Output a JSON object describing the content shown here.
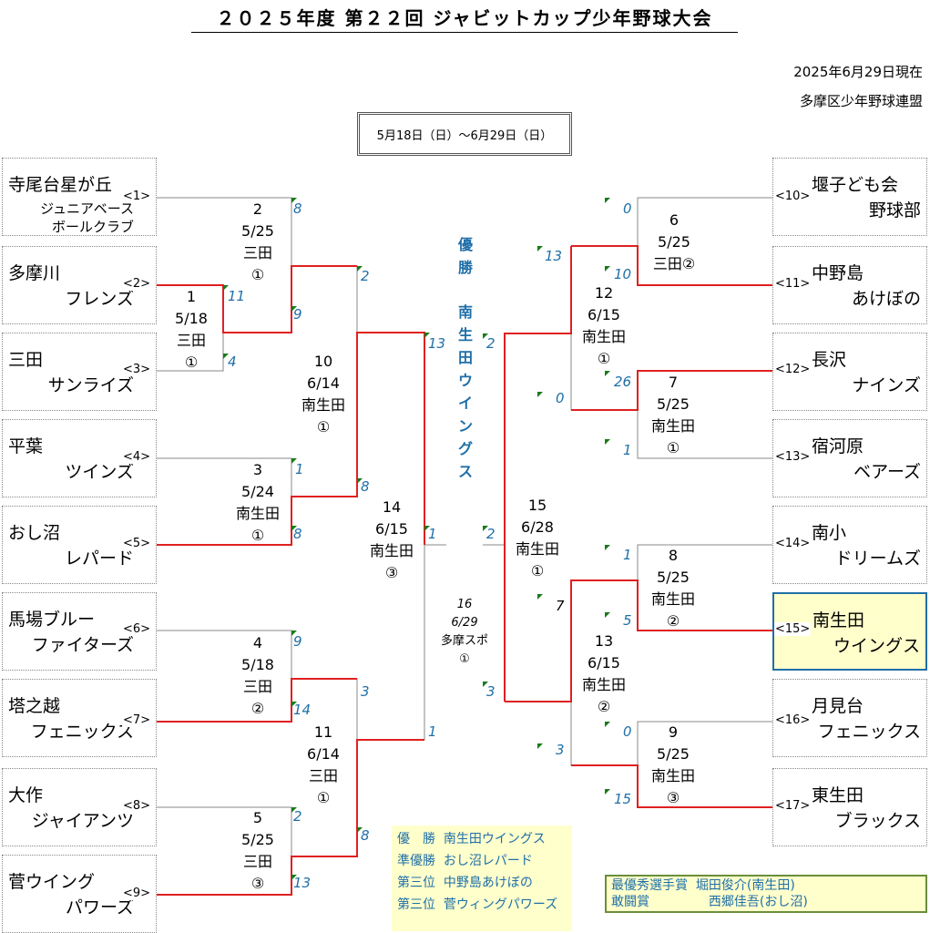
{
  "header": {
    "title": "２０２５年度 第２２回 ジャビットカップ少年野球大会",
    "as_of": "2025年6月29日現在",
    "organizer": "多摩区少年野球連盟",
    "period": "5月18日（日）～6月29日（日）"
  },
  "teams": [
    {
      "seed": "<1>",
      "l1": "寺尾台星が丘",
      "l2": "ジュニアベース",
      "l3": "ボールクラブ"
    },
    {
      "seed": "<2>",
      "l1": "多摩川",
      "l2": "フレンズ"
    },
    {
      "seed": "<3>",
      "l1": "三田",
      "l2": "サンライズ"
    },
    {
      "seed": "<4>",
      "l1": "平葉",
      "l2": "ツインズ"
    },
    {
      "seed": "<5>",
      "l1": "おし沼",
      "l2": "レパード"
    },
    {
      "seed": "<6>",
      "l1": "馬場ブルー",
      "l2": "ファイターズ"
    },
    {
      "seed": "<7>",
      "l1": "塔之越",
      "l2": "フェニックス"
    },
    {
      "seed": "<8>",
      "l1": "大作",
      "l2": "ジャイアンツ"
    },
    {
      "seed": "<9>",
      "l1": "菅ウイング",
      "l2": "パワーズ"
    },
    {
      "seed": "<10>",
      "l1": "堰子ども会",
      "l2": "野球部"
    },
    {
      "seed": "<11>",
      "l1": "中野島",
      "l2": "あけぼの"
    },
    {
      "seed": "<12>",
      "l1": "長沢",
      "l2": "ナインズ"
    },
    {
      "seed": "<13>",
      "l1": "宿河原",
      "l2": "ベアーズ"
    },
    {
      "seed": "<14>",
      "l1": "南小",
      "l2": "ドリームズ"
    },
    {
      "seed": "<15>",
      "l1": "南生田",
      "l2": "ウイングス"
    },
    {
      "seed": "<16>",
      "l1": "月見台",
      "l2": "フェニックス"
    },
    {
      "seed": "<17>",
      "l1": "東生田",
      "l2": "ブラックス"
    }
  ],
  "matches": [
    {
      "no": "1",
      "date": "5/18",
      "venue": "三田",
      "field": "①"
    },
    {
      "no": "2",
      "date": "5/25",
      "venue": "三田",
      "field": "①"
    },
    {
      "no": "3",
      "date": "5/24",
      "venue": "南生田",
      "field": "①"
    },
    {
      "no": "4",
      "date": "5/18",
      "venue": "三田",
      "field": "②"
    },
    {
      "no": "5",
      "date": "5/25",
      "venue": "三田",
      "field": "③"
    },
    {
      "no": "6",
      "date": "5/25",
      "venue": "三田②"
    },
    {
      "no": "7",
      "date": "5/25",
      "venue": "南生田",
      "field": "①"
    },
    {
      "no": "8",
      "date": "5/25",
      "venue": "南生田",
      "field": "②"
    },
    {
      "no": "9",
      "date": "5/25",
      "venue": "南生田",
      "field": "③"
    },
    {
      "no": "10",
      "date": "6/14",
      "venue": "南生田",
      "field": "①"
    },
    {
      "no": "11",
      "date": "6/14",
      "venue": "三田",
      "field": "①"
    },
    {
      "no": "12",
      "date": "6/15",
      "venue": "南生田",
      "field": "①"
    },
    {
      "no": "13",
      "date": "6/15",
      "venue": "南生田",
      "field": "②"
    },
    {
      "no": "14",
      "date": "6/15",
      "venue": "南生田",
      "field": "③"
    },
    {
      "no": "15",
      "date": "6/28",
      "venue": "南生田",
      "field": "①"
    },
    {
      "no": "16",
      "date": "6/29",
      "venue": "多摩スポ",
      "field": "①"
    }
  ],
  "scores": [
    "8",
    "11",
    "9",
    "4",
    "2",
    "13",
    "1",
    "8",
    "8",
    "1",
    "3",
    "14",
    "1",
    "2",
    "8",
    "13",
    "0",
    "13",
    "10",
    "0",
    "26",
    "2",
    "1",
    "2",
    "1",
    "7",
    "5",
    "0",
    "3",
    "15"
  ],
  "champion": {
    "label": "優勝",
    "team": "南生田ウイングス"
  },
  "results": [
    {
      "rank": "優　勝",
      "team": "南生田ウイングス"
    },
    {
      "rank": "準優勝",
      "team": "おし沼レパード"
    },
    {
      "rank": "第三位",
      "team": "中野島あけぼの"
    },
    {
      "rank": "第三位",
      "team": "菅ウィングパワーズ"
    }
  ],
  "awards": [
    {
      "name": "最優秀選手賞",
      "person": "堀田俊介(南生田)"
    },
    {
      "name": "敢闘賞",
      "person": "西郷佳吾(おし沼)"
    }
  ],
  "colors": {
    "win_line": "#e02020",
    "lose_line": "#8a8a8a",
    "score": "#1f6fa8",
    "flag": "#1a7a1a",
    "highlight": "#ffffcc"
  }
}
